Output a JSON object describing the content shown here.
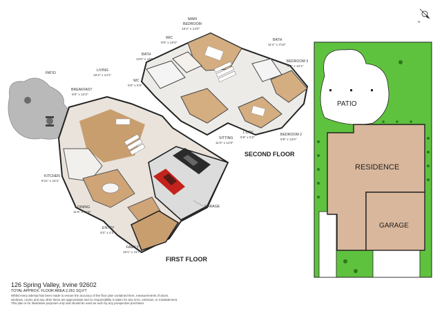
{
  "compass": {
    "label": "N"
  },
  "first_floor": {
    "title": "FIRST FLOOR",
    "rooms": [
      {
        "name": "PATIO",
        "dims": ""
      },
      {
        "name": "BREAKFAST",
        "dims": "8'6\" x 14'3\""
      },
      {
        "name": "LIVING",
        "dims": "15'2\" x 14'1\""
      },
      {
        "name": "WC",
        "dims": "5'0\" x 5'0\""
      },
      {
        "name": "KITCHEN",
        "dims": "8'11\" x 15'1\""
      },
      {
        "name": "DINING",
        "dims": "11'8\" x 12'5\""
      },
      {
        "name": "ENTRY",
        "dims": "9'2\" x 4'3\""
      },
      {
        "name": "FAMILY",
        "dims": "10'1\" x 11'7\""
      },
      {
        "name": "GARAGE",
        "dims": ""
      }
    ]
  },
  "second_floor": {
    "title": "SECOND FLOOR",
    "rooms": [
      {
        "name": "MAIN BEDROOM",
        "dims": "15'4\" x 14'0\""
      },
      {
        "name": "WIC",
        "dims": "9'0\" x 10'0\""
      },
      {
        "name": "BATH",
        "dims": "13'9\" x 16'0\""
      },
      {
        "name": "BATH",
        "dims": "11'4\" x 4'10\""
      },
      {
        "name": "BEDROOM 3",
        "dims": "9'9\" x 12'1\""
      },
      {
        "name": "SITTING",
        "dims": "11'0\" x 12'0\""
      },
      {
        "name": "L'DRY",
        "dims": "5'6\" x 5'2\""
      },
      {
        "name": "BEDROOM 2",
        "dims": "9'9\" x 13'0\""
      }
    ]
  },
  "site_plan": {
    "patio": "PATIO",
    "residence": "RESIDENCE",
    "garage": "GARAGE",
    "colors": {
      "lawn": "#5fc23e",
      "residence": "#d9b79c",
      "garage": "#d9b79c",
      "outline": "#222222"
    }
  },
  "footer": {
    "address": "126 Spring Valley, Irvine 92602",
    "area": "TOTAL APPROX. FLOOR AREA 2,261 SQ.FT",
    "disclaimer_1": "Whilst every attempt has been made to ensure the accuracy of the floor plan contained here, measurements of doors,",
    "disclaimer_2": "windows, rooms and any other items are approximate and no responsibility is taken for any error, omission, or misstatement.",
    "disclaimer_3": "This plan is for illustrative purposes only and should be used as such by any prospective purchaser."
  }
}
